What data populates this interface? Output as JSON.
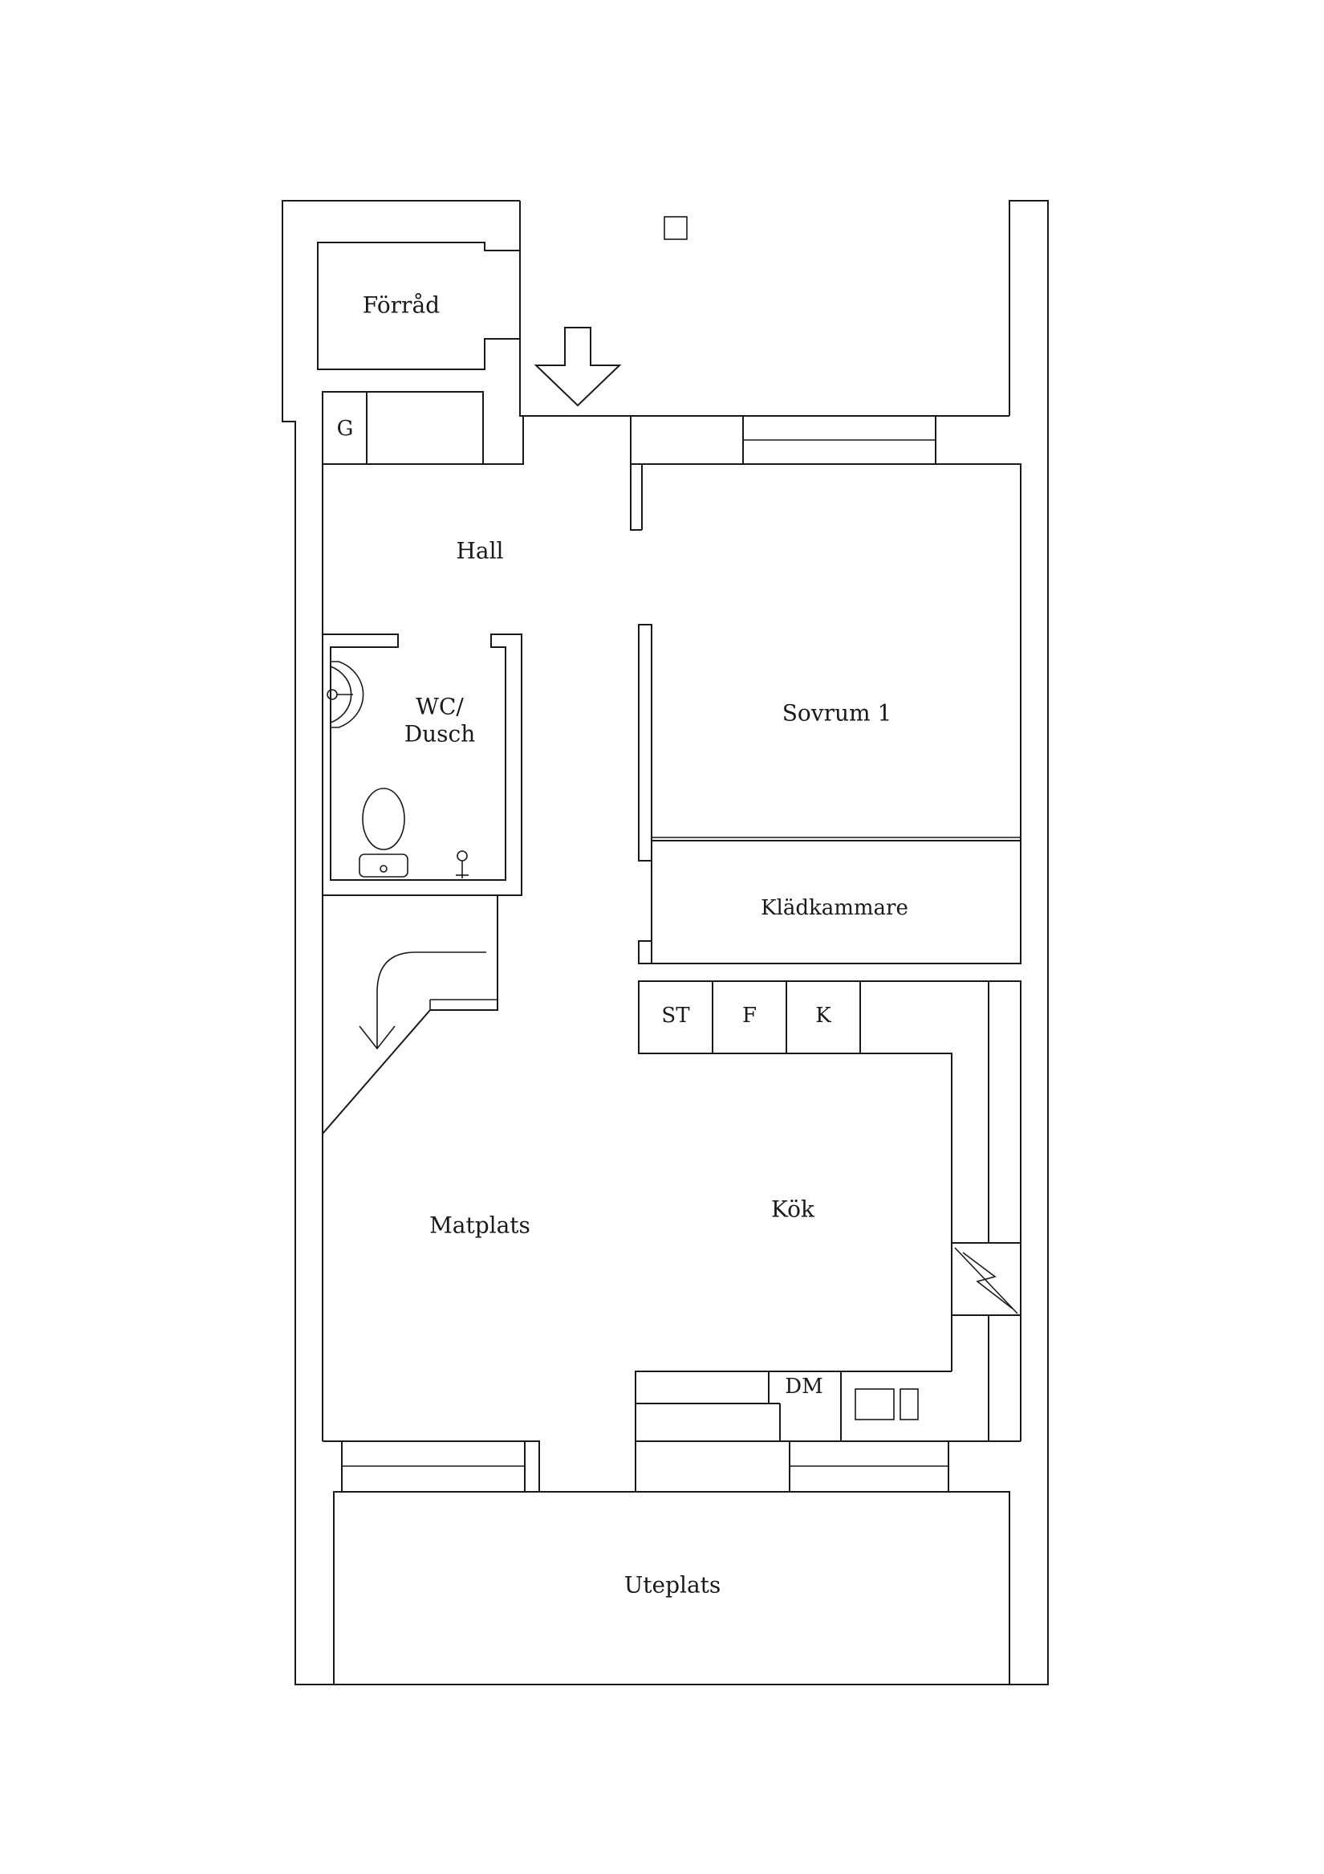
{
  "rooms": {
    "forrad": "Förråd",
    "g": "G",
    "hall": "Hall",
    "wc_line1": "WC/",
    "wc_line2": "Dusch",
    "sovrum": "Sovrum 1",
    "kladkammare": "Klädkammare",
    "matplats": "Matplats",
    "kok": "Kök",
    "uteplats": "Uteplats"
  },
  "appliances": {
    "st": "ST",
    "f": "F",
    "k": "K",
    "dm": "DM"
  },
  "icons": [
    "entrance-arrow-icon",
    "stair-arrow-icon",
    "electrical-panel-icon",
    "sink-icon",
    "toilet-icon",
    "shower-icon",
    "stove-icon"
  ]
}
